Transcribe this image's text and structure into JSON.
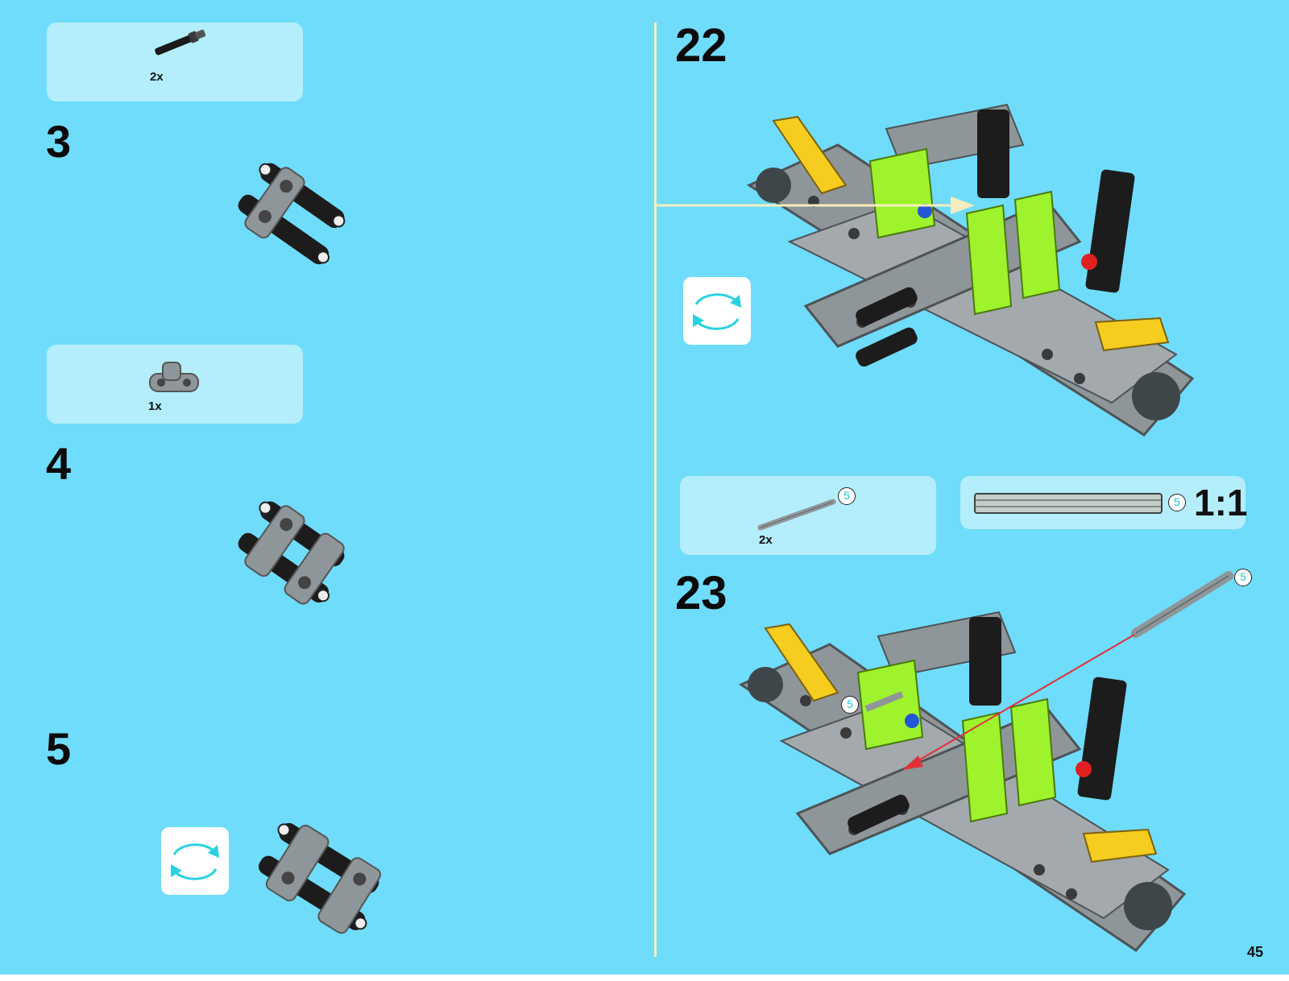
{
  "left_page": {
    "step_2_parts": {
      "quantity": "2x",
      "part_icon": "technic-pin-with-axle"
    },
    "step_3": {
      "number": "3",
      "model_icon": "technic-assembly-step-3"
    },
    "step_4_parts": {
      "quantity": "1x",
      "part_icon": "technic-beam-connector"
    },
    "step_4": {
      "number": "4",
      "model_icon": "technic-assembly-step-4"
    },
    "step_5": {
      "number": "5",
      "model_icon": "technic-assembly-step-5",
      "rotate_icon": "rotate-model-icon"
    }
  },
  "right_page": {
    "step_22": {
      "number": "22",
      "model_icon": "technic-chassis-step-22",
      "rotate_icon": "rotate-model-icon"
    },
    "step_23_parts": {
      "quantity": "2x",
      "axle_length": "5",
      "part_icon": "technic-axle-5"
    },
    "scale_box": {
      "axle_length": "5",
      "scale": "1:1"
    },
    "step_23": {
      "number": "23",
      "axle_length": "5",
      "axle_length_inner": "5",
      "model_icon": "technic-chassis-step-23"
    }
  },
  "page_number": "45",
  "colors": {
    "background": "#6fdcfb",
    "parts_box": "#b4eefd",
    "divider": "#f3f0c4",
    "technic_grey": "#8f9699",
    "lime": "#9ef32d",
    "yellow": "#f6cc1f",
    "callout_text": "#1ac9d9"
  }
}
